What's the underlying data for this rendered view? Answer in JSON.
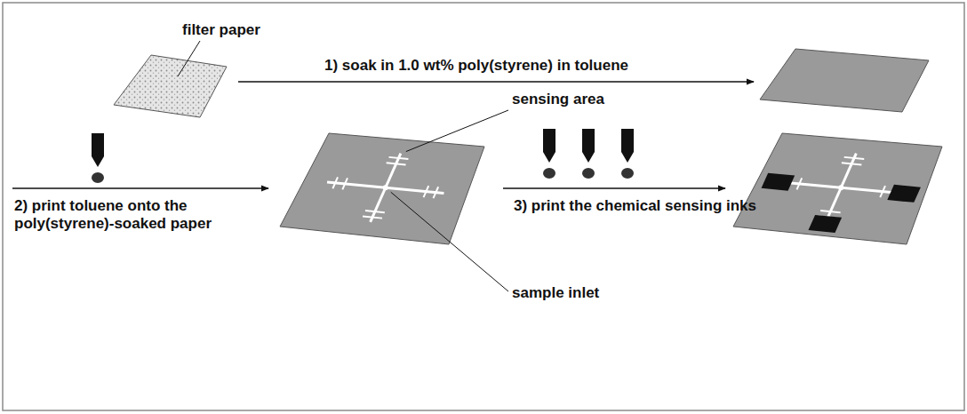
{
  "diagram": {
    "labels": [
      "filter paper",
      "1) soak in 1.0 wt% poly(styrene) in toluene",
      "sensing area",
      "2) print toluene onto the poly(styrene)-soaked paper",
      "sample inlet",
      "3) print the chemical sensing inks"
    ]
  }
}
